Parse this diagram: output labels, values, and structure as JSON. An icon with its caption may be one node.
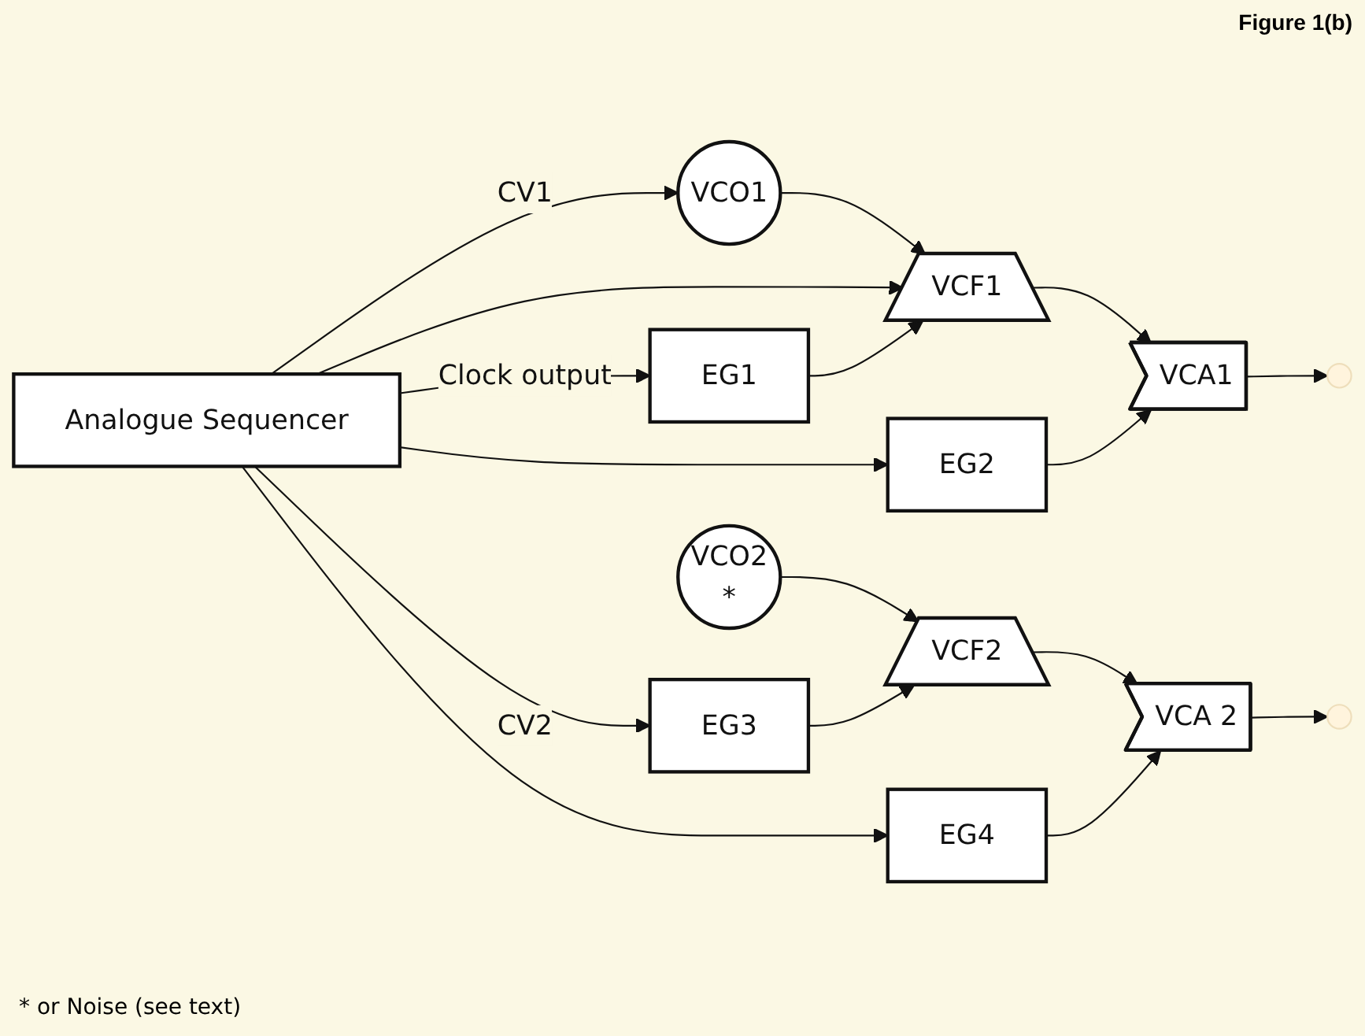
{
  "diagram": {
    "title": "Figure 1(b)",
    "nodes": [
      {
        "text": [
          "VCO1"
        ]
      },
      {
        "text": [
          "VCF1"
        ]
      },
      {
        "text": [
          "VCA1"
        ]
      },
      {
        "text": [],
        "shape": "circle"
      },
      {
        "text": [
          "EG1"
        ]
      },
      {
        "text": [
          "EG2"
        ]
      },
      {
        "text": [
          "Analogue Sequencer"
        ]
      },
      {
        "text": [
          "VCO2",
          "*"
        ]
      },
      {
        "text": [
          "VCF2"
        ]
      },
      {
        "text": [
          "VCA 2"
        ]
      },
      {
        "text": [],
        "shape": "circle"
      },
      {
        "text": [
          "EG3"
        ]
      },
      {
        "text": [
          "EG4"
        ]
      }
    ],
    "edges": [
      {
        "from": 0,
        "to": 1,
        "arrow": "to"
      },
      {
        "from": 1,
        "to": 2,
        "arrow": "to"
      },
      {
        "from": 2,
        "to": 3,
        "arrow": "to"
      },
      {
        "from": 6,
        "to": 0,
        "arrow": "to",
        "label": "CV1"
      },
      {
        "from": 6,
        "to": 1,
        "arrow": "to"
      },
      {
        "from": 4,
        "to": 1,
        "arrow": "to"
      },
      {
        "from": 5,
        "to": 2,
        "arrow": "to"
      },
      {
        "from": 6,
        "to": 4,
        "arrow": "to",
        "label": "Clock output"
      },
      {
        "from": 6,
        "to": 5,
        "arrow": "to"
      },
      {
        "from": 7,
        "to": 8,
        "arrow": "to"
      },
      {
        "from": 8,
        "to": 9,
        "arrow": "to"
      },
      {
        "from": 9,
        "to": 10,
        "arrow": "to"
      },
      {
        "from": 6,
        "to": 11,
        "arrow": "to",
        "label": "CV2"
      },
      {
        "from": 6,
        "to": 12,
        "arrow": "to"
      },
      {
        "from": 11,
        "to": 8,
        "arrow": "to"
      },
      {
        "from": 12,
        "to": 9,
        "arrow": "to"
      }
    ],
    "labels": [
      "* or Noise (see text)"
    ]
  }
}
